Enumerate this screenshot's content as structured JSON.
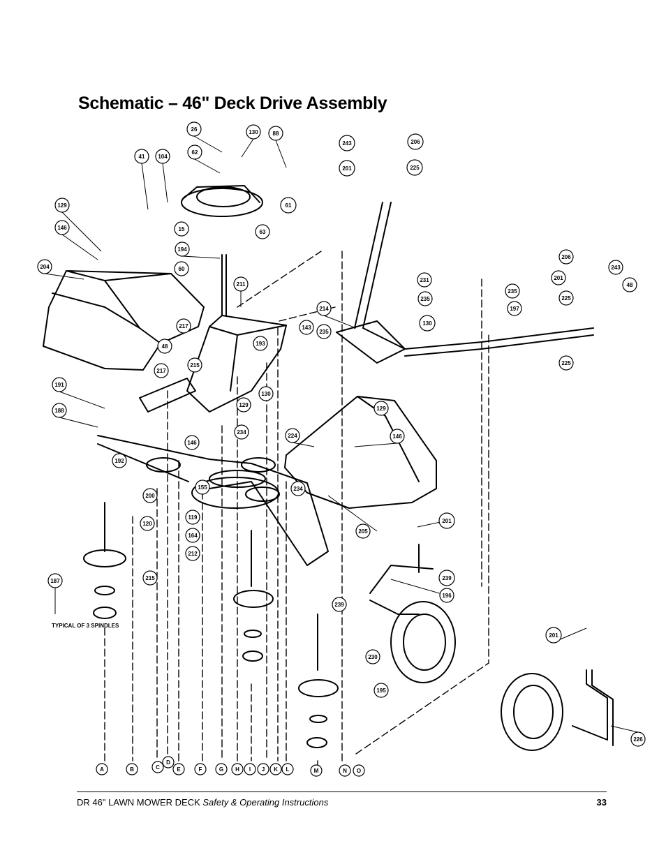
{
  "title": "Schematic – 46\" Deck Drive Assembly",
  "note": "TYPICAL OF 3 SPINDLES",
  "footer": {
    "product": "DR 46\" LAWN MOWER DECK",
    "subtitle": "Safety & Operating Instructions",
    "page_number": "33"
  },
  "callouts": [
    "26",
    "130",
    "88",
    "41",
    "104",
    "62",
    "243",
    "206",
    "201",
    "225",
    "61",
    "129",
    "146",
    "15",
    "63",
    "204",
    "194",
    "60",
    "211",
    "214",
    "217",
    "48",
    "217",
    "215",
    "193",
    "143",
    "235",
    "231",
    "235",
    "197",
    "130",
    "235",
    "206",
    "243",
    "48",
    "201",
    "225",
    "225",
    "191",
    "188",
    "129",
    "146",
    "130",
    "224",
    "129",
    "146",
    "234",
    "192",
    "200",
    "155",
    "234",
    "120",
    "201",
    "119",
    "164",
    "212",
    "215",
    "187",
    "205",
    "239",
    "196",
    "239",
    "230",
    "195",
    "201",
    "226"
  ],
  "reference_letters": [
    "A",
    "B",
    "C",
    "D",
    "E",
    "F",
    "G",
    "H",
    "I",
    "J",
    "K",
    "L",
    "M",
    "N",
    "O"
  ]
}
